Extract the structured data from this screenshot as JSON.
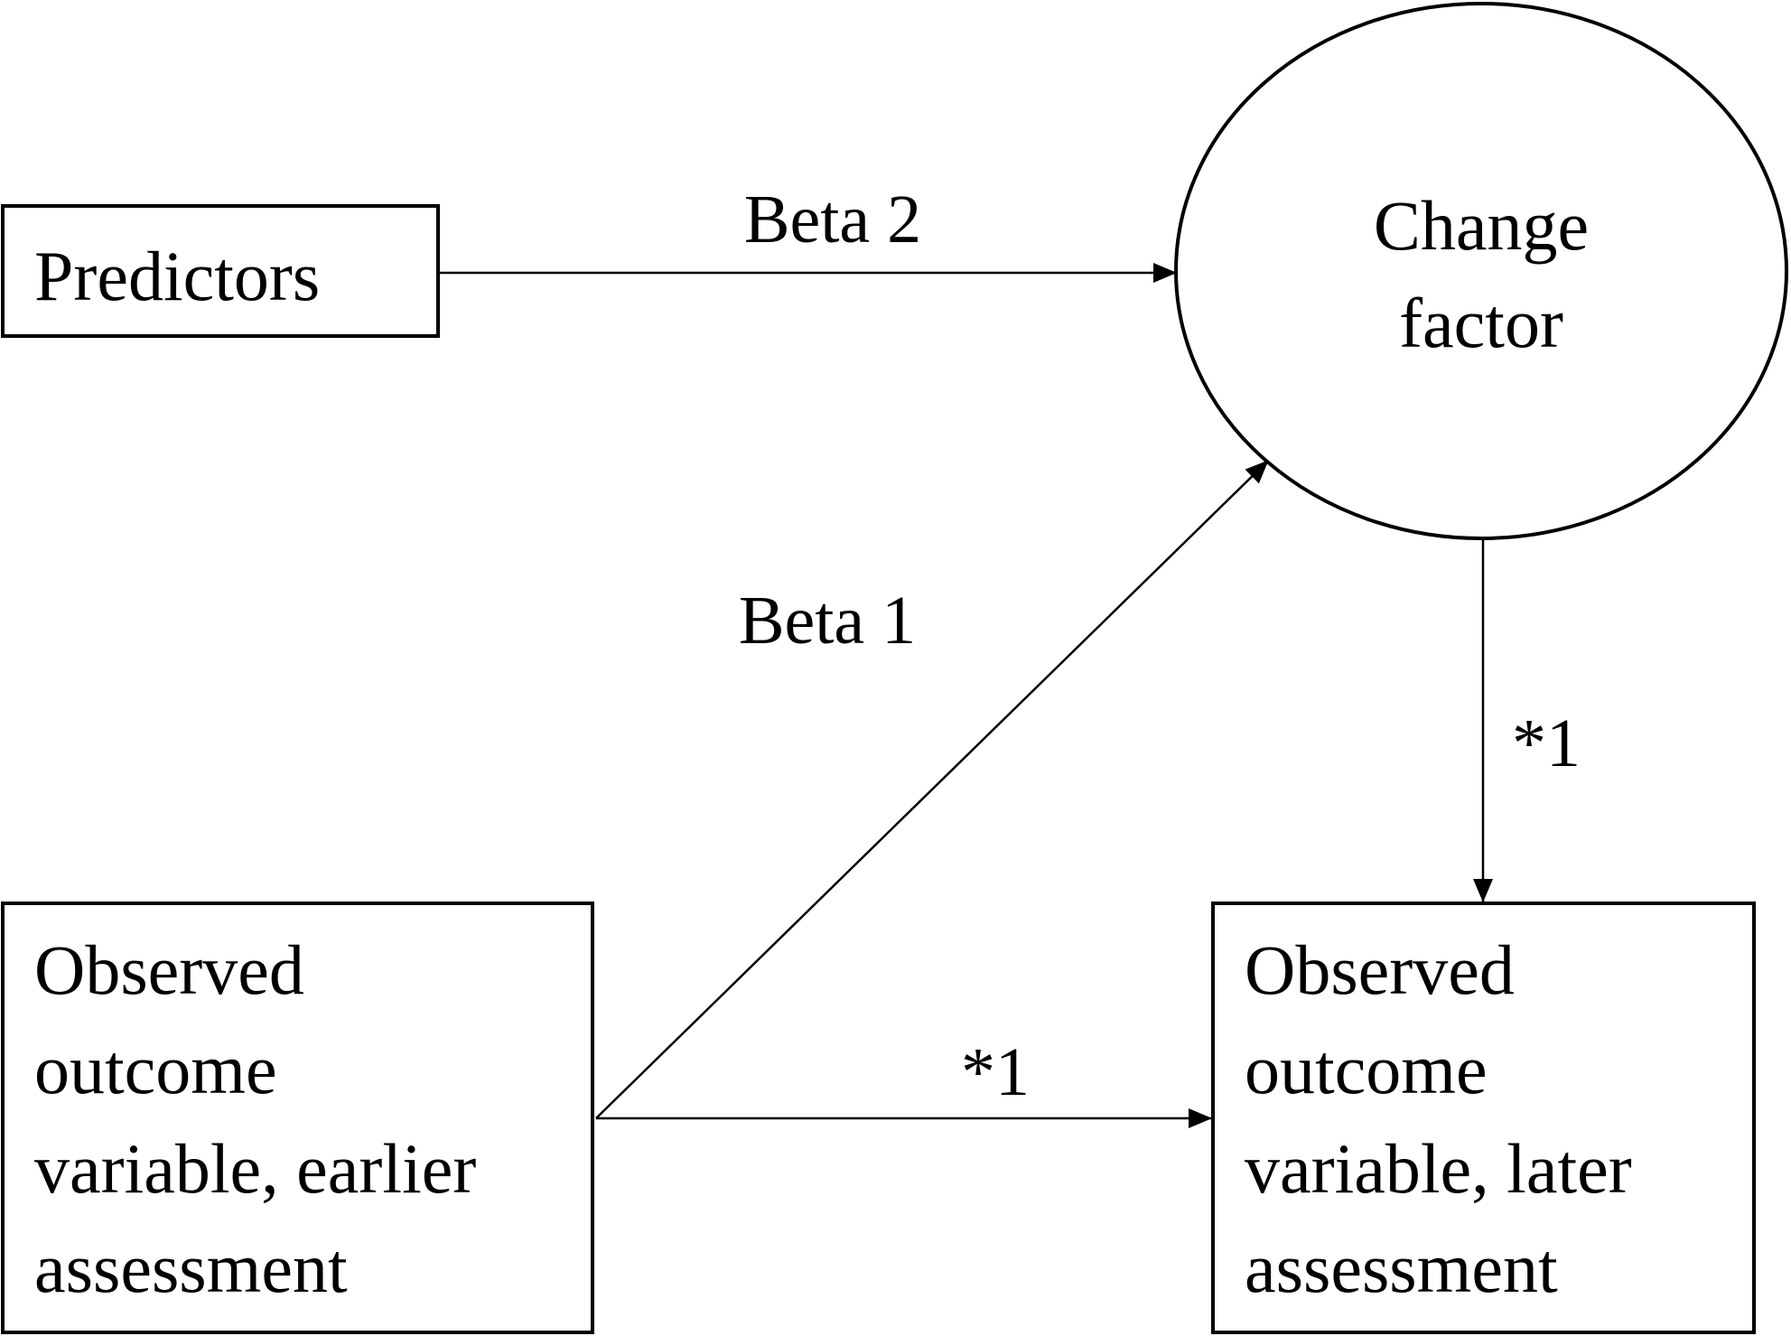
{
  "diagram": {
    "nodes": {
      "predictors": {
        "lines": [
          "Predictors"
        ]
      },
      "change_factor": {
        "lines": [
          "Change",
          "factor"
        ]
      },
      "observed_earlier": {
        "lines": [
          "Observed",
          "outcome",
          "variable, earlier",
          "assessment"
        ]
      },
      "observed_later": {
        "lines": [
          "Observed",
          "outcome",
          "variable, later",
          "assessment"
        ]
      }
    },
    "edges": {
      "predictors_to_change": {
        "label": "Beta 2"
      },
      "earlier_to_change": {
        "label": "Beta 1"
      },
      "change_to_later": {
        "label": "*1"
      },
      "earlier_to_later": {
        "label": "*1"
      }
    }
  }
}
